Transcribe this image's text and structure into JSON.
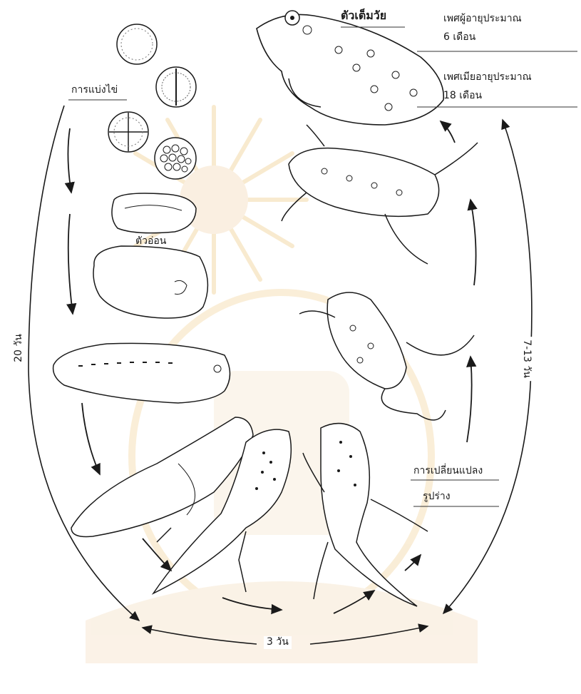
{
  "labels": {
    "adult": "ตัวเต็มวัย",
    "male_age_line1": "เพศผู้อายุประมาณ",
    "male_age_line2": "6 เดือน",
    "female_age_line1": "เพศเมียอายุประมาณ",
    "female_age_line2": "18 เดือน",
    "cleavage": "การแบ่งไข่",
    "embryo": "ตัวอ่อน",
    "metamorphosis_line1": "การเปลี่ยนแปลง",
    "metamorphosis_line2": "รูปร่าง",
    "days_20": "20 วัน",
    "days_3": "3 วัน",
    "days_7_13": "7-13 วัน"
  },
  "colors": {
    "ink": "#1a1a1a",
    "sunburst": "#f3d9a8",
    "seal": "#f6e3c9"
  }
}
